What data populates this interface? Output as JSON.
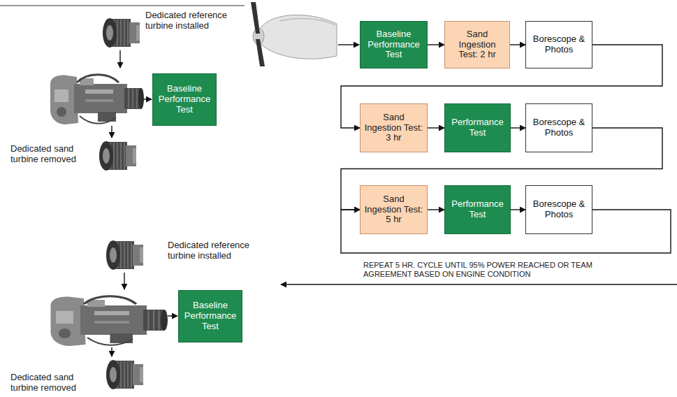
{
  "diagram": {
    "nodes": [
      {
        "text": [
          "Baseline Performance Test"
        ]
      },
      {
        "text": [
          "Baseline Performance Test"
        ]
      },
      {
        "text": [
          "Sand Ingestion Test: 2 hr"
        ]
      },
      {
        "text": [
          "Borescope & Photos"
        ]
      },
      {
        "text": [
          "Sand Ingestion Test: 3 hr"
        ]
      },
      {
        "text": [
          "Performance Test"
        ]
      },
      {
        "text": [
          "Borescope & Photos"
        ]
      },
      {
        "text": [
          "Sand Ingestion Test: 5 hr"
        ]
      },
      {
        "text": [
          "Performance Test"
        ]
      },
      {
        "text": [
          "Borescope & Photos"
        ]
      },
      {
        "text": [
          "Baseline Performance Test"
        ]
      }
    ],
    "edges": [
      {
        "from": 1,
        "to": 2,
        "arrow": "to"
      },
      {
        "from": 2,
        "to": 3,
        "arrow": "to"
      },
      {
        "from": 3,
        "to": 4,
        "arrow": "to"
      },
      {
        "from": 4,
        "to": 5,
        "arrow": "to"
      },
      {
        "from": 5,
        "to": 6,
        "arrow": "to"
      },
      {
        "from": 6,
        "to": 7,
        "arrow": "to"
      },
      {
        "from": 7,
        "to": 8,
        "arrow": "to"
      },
      {
        "from": 8,
        "to": 9,
        "arrow": "to"
      },
      {
        "from": 9,
        "to": 7,
        "arrow": "to"
      }
    ],
    "labels": [
      "Dedicated reference turbine installed",
      "Dedicated sand turbine removed",
      "REPEAT 5 HR. CYCLE UNTIL 95% POWER REACHED OR TEAM AGREEMENT BASED ON ENGINE CONDITION",
      "Dedicated reference turbine installed",
      "Dedicated sand turbine removed"
    ]
  }
}
